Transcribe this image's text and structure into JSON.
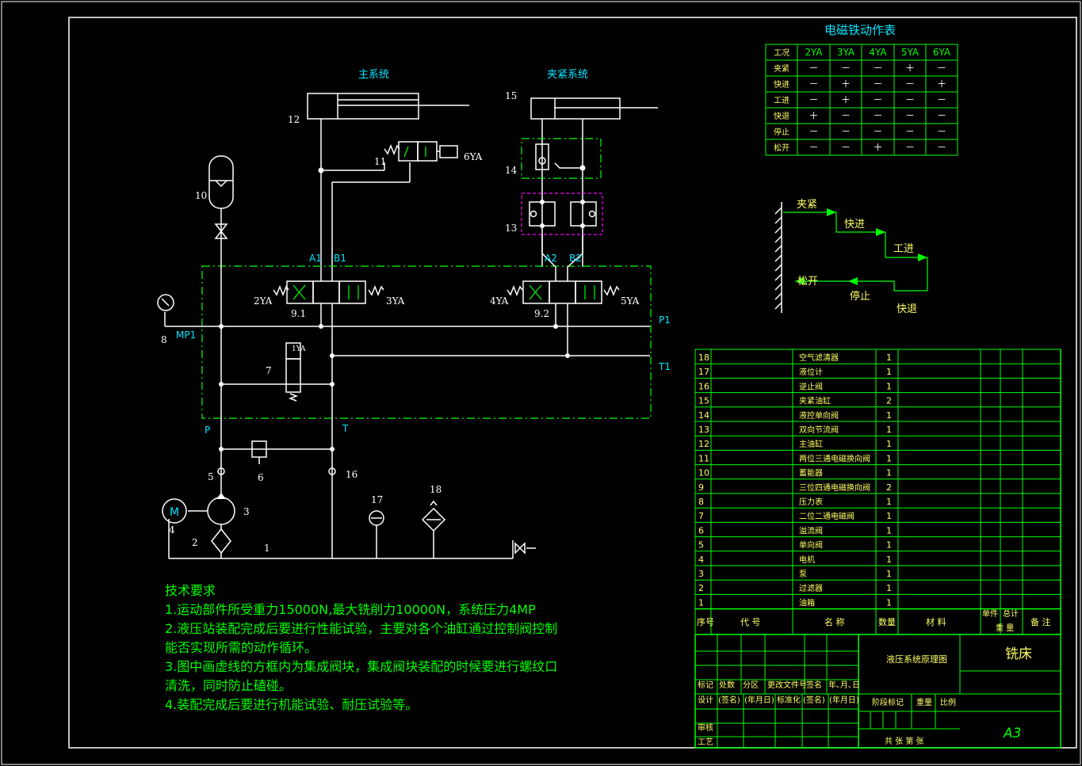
{
  "labels": {
    "main_system": "主系统",
    "clamp_system": "夹紧系统",
    "em_table_title": "电磁铁动作表"
  },
  "em_table": {
    "header": [
      "工况",
      "2YA",
      "3YA",
      "4YA",
      "5YA",
      "6YA"
    ],
    "rows": [
      [
        "夹紧",
        "－",
        "－",
        "－",
        "＋",
        "－"
      ],
      [
        "快进",
        "－",
        "＋",
        "－",
        "－",
        "＋"
      ],
      [
        "工进",
        "－",
        "＋",
        "－",
        "－",
        "－"
      ],
      [
        "快退",
        "＋",
        "－",
        "－",
        "－",
        "－"
      ],
      [
        "停止",
        "－",
        "－",
        "－",
        "－",
        "－"
      ],
      [
        "松开",
        "－",
        "－",
        "＋",
        "－",
        "－"
      ]
    ]
  },
  "cycle": [
    "夹紧",
    "快进",
    "工进",
    "快退",
    "停止",
    "松开"
  ],
  "component_numbers": [
    "1",
    "2",
    "3",
    "4",
    "5",
    "6",
    "7",
    "8",
    "9.1",
    "9.2",
    "10",
    "11",
    "12",
    "13",
    "14",
    "15",
    "16",
    "17",
    "18"
  ],
  "port_labels": {
    "A1": "A1",
    "B1": "B1",
    "A2": "A2",
    "B2": "B2",
    "P1": "P1",
    "T1": "T1",
    "P": "P",
    "T": "T",
    "MP1": "MP1",
    "1YA": "1YA",
    "2YA": "2YA",
    "3YA": "3YA",
    "4YA": "4YA",
    "5YA": "5YA",
    "6YA": "6YA",
    "M": "M"
  },
  "tech_requirements": {
    "title": "技术要求",
    "lines": [
      "1.运动部件所受重力15000N,最大铣削力10000N，系统压力4MP",
      "2.液压站装配完成后要进行性能试验，主要对各个油缸通过控制阀控制",
      "能否实现所需的动作循环。",
      "3.图中画虚线的方框内为集成阀块，集成阀块装配的时候要进行螺纹口",
      "清洗，同时防止磕碰。",
      "4.装配完成后要进行机能试验、耐压试验等。"
    ]
  },
  "parts_list": {
    "rows": [
      {
        "no": "18",
        "name": "空气滤清器",
        "qty": "1"
      },
      {
        "no": "17",
        "name": "液位计",
        "qty": "1"
      },
      {
        "no": "16",
        "name": "逆止阀",
        "qty": "1"
      },
      {
        "no": "15",
        "name": "夹紧油缸",
        "qty": "2"
      },
      {
        "no": "14",
        "name": "液控单向阀",
        "qty": "1"
      },
      {
        "no": "13",
        "name": "双向节流阀",
        "qty": "1"
      },
      {
        "no": "12",
        "name": "主油缸",
        "qty": "1"
      },
      {
        "no": "11",
        "name": "两位三通电磁换向阀",
        "qty": "1"
      },
      {
        "no": "10",
        "name": "蓄能器",
        "qty": "1"
      },
      {
        "no": "9",
        "name": "三位四通电磁换向阀",
        "qty": "2"
      },
      {
        "no": "8",
        "name": "压力表",
        "qty": "1"
      },
      {
        "no": "7",
        "name": "二位二通电磁阀",
        "qty": "1"
      },
      {
        "no": "6",
        "name": "溢流阀",
        "qty": "1"
      },
      {
        "no": "5",
        "name": "单向阀",
        "qty": "1"
      },
      {
        "no": "4",
        "name": "电机",
        "qty": "1"
      },
      {
        "no": "3",
        "name": "泵",
        "qty": "1"
      },
      {
        "no": "2",
        "name": "过滤器",
        "qty": "1"
      },
      {
        "no": "1",
        "name": "油箱",
        "qty": "1"
      }
    ],
    "header": {
      "no": "序号",
      "code": "代 号",
      "name": "名 称",
      "qty": "数量",
      "material": "材 料",
      "unit_weight": "单件",
      "total_weight": "总计",
      "weight": "重 量",
      "remark": "备 注"
    }
  },
  "title_block": {
    "drawing_name": "液压系统原理图",
    "product": "铣床",
    "size": "A3",
    "mark": "标记",
    "count": "处数",
    "zone": "分区",
    "change_doc": "更改文件号",
    "sign": "签名",
    "date": "年､月､日",
    "design": "设计",
    "sign_p": "(签名)",
    "date_p": "(年月日)",
    "standard": "标准化",
    "stage": "阶段标记",
    "weight": "重量",
    "scale": "比例",
    "review": "审核",
    "process": "工艺",
    "sheets": "共   张 第   张"
  },
  "colors": {
    "line": "#ffffff",
    "frame": "#00ff00",
    "label": "#00e5ff",
    "block": "#00ff00",
    "throttle": "#ff00ff"
  }
}
